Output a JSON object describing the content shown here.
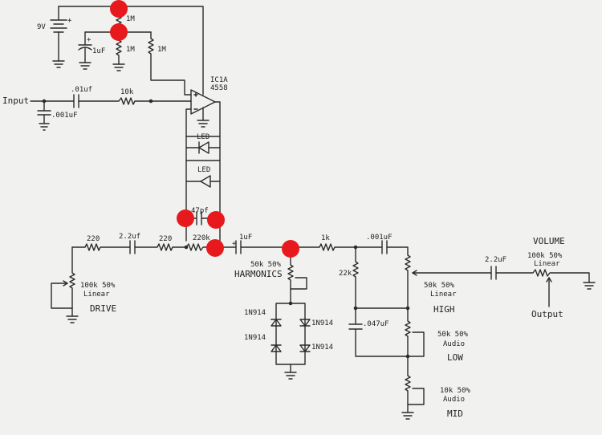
{
  "labels": {
    "battery_voltage": "9V",
    "r_bias_top": "1M",
    "r_bias_a": "1M",
    "r_bias_b": "1M",
    "c_bias": "1uF",
    "c_bias_plus": "+",
    "battery_plus": "+",
    "ic_name": "IC1A",
    "ic_part": "4558",
    "input": "Input",
    "c_input": ".01uf",
    "c_input_shunt": ".001uF",
    "r_input": "10k",
    "led1": "LED",
    "led2": "LED",
    "c_feedback": "47pf",
    "r_drive1": "220",
    "c_drive": "2.2uf",
    "r_drive2": "220",
    "r_feedback": "220k",
    "pot_drive": "100k 50%",
    "pot_drive_taper": "Linear",
    "drive": "DRIVE",
    "c_coupling": "1uF",
    "c_coupling_plus": "+",
    "pot_harmonics": "50k 50%",
    "harmonics": "HARMONICS",
    "d1": "1N914",
    "d2": "1N914",
    "d3": "1N914",
    "d4": "1N914",
    "r_1k": "1k",
    "r_22k": "22k",
    "c_high": ".001uF",
    "c_low": ".047uF",
    "pot_high": "50k 50%",
    "pot_high_taper": "Linear",
    "high": "HIGH",
    "pot_low": "50k 50%",
    "pot_low_taper": "Audio",
    "low": "LOW",
    "pot_mid": "10k 50%",
    "pot_mid_taper": "Audio",
    "mid": "MID",
    "c_out": "2.2uF",
    "volume": "VOLUME",
    "pot_volume": "100k 50%",
    "pot_volume_taper": "Linear",
    "output": "Output"
  },
  "colors": {
    "ink": "#2a2a2a",
    "paper": "#f1f1ef",
    "marker": "#e8191c"
  },
  "markers": [
    "marker-1",
    "marker-2",
    "marker-3",
    "marker-4",
    "marker-5",
    "marker-6"
  ]
}
